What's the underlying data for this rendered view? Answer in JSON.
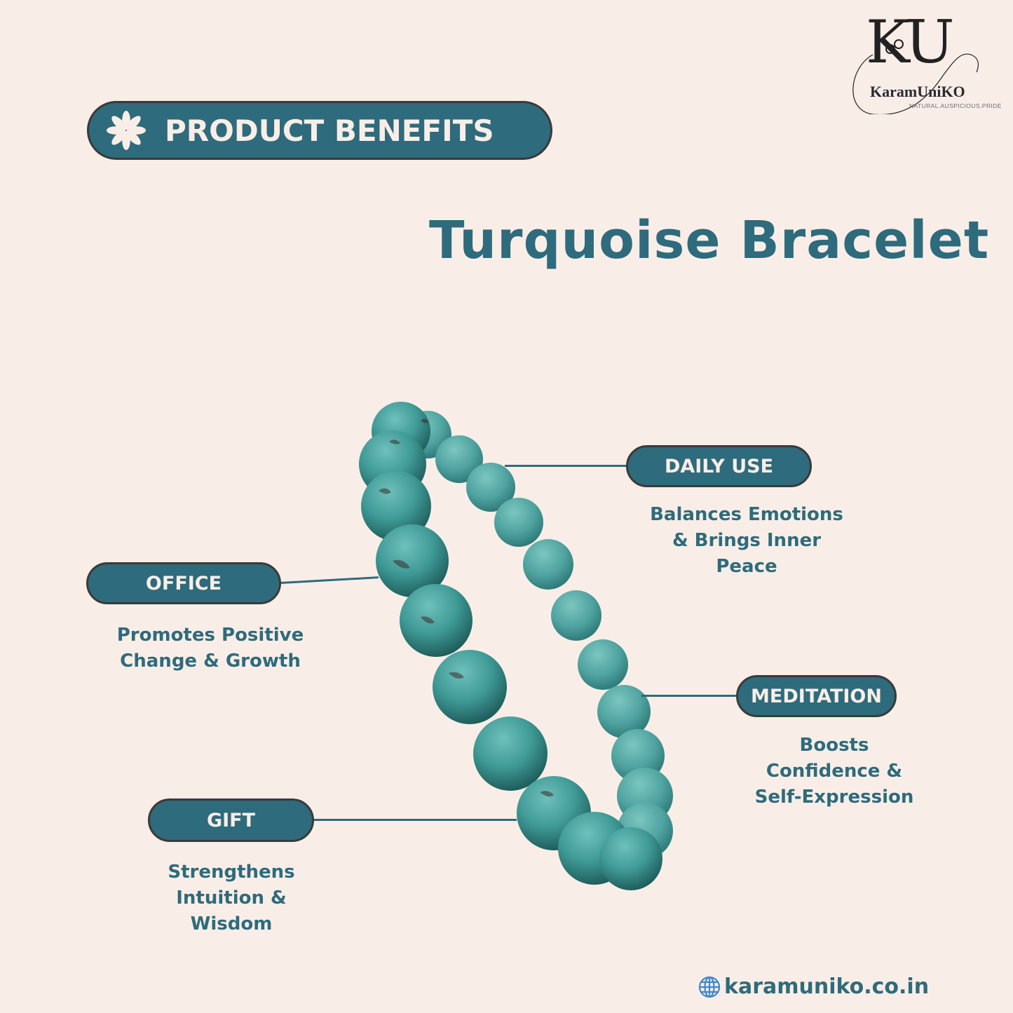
{
  "brand": {
    "monogram": "KU",
    "name": "KaramUniKO",
    "tagline": "NATURAL.AUSPICIOUS.PRIDE"
  },
  "header": {
    "icon": "flower-icon",
    "title": "PRODUCT BENEFITS"
  },
  "product": {
    "title": "Turquoise Bracelet",
    "image": "turquoise-bead-bracelet"
  },
  "benefits": [
    {
      "label": "DAILY USE",
      "description": "Balances Emotions\n& Brings Inner\nPeace"
    },
    {
      "label": "OFFICE",
      "description": "Promotes Positive\nChange & Growth"
    },
    {
      "label": "MEDITATION",
      "description": "Boosts\nConfidence &\nSelf-Expression"
    },
    {
      "label": "GIFT",
      "description": "Strengthens\nIntuition &\nWisdom"
    }
  ],
  "footer": {
    "icon": "globe-icon",
    "website": "karamuniko.co.in"
  },
  "colors": {
    "background": "#f9eee7",
    "primary": "#2e6b7c",
    "pill_border": "#3a3a3a",
    "bead": "#4fa3a0"
  }
}
